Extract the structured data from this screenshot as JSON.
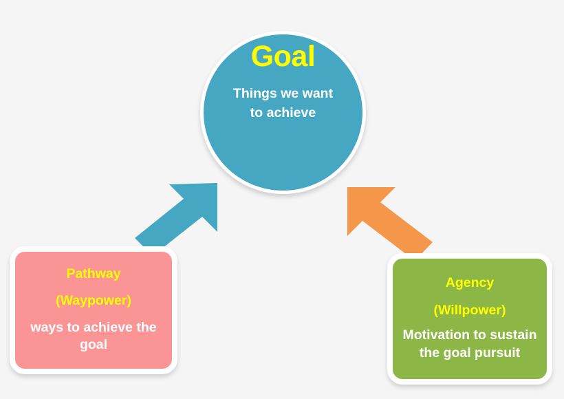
{
  "diagram": {
    "type": "hope-theory-diagram",
    "background_color": "#f5f5f5",
    "goal": {
      "title": "Goal",
      "body": "Things we want to achieve",
      "fill_color": "#46a7c2",
      "title_color": "#ffff00",
      "body_color": "#ffffff"
    },
    "pathway": {
      "title": "Pathway",
      "subtitle": "(Waypower)",
      "body": "ways to achieve the goal",
      "fill_color": "#fb9494",
      "title_color": "#ffff00",
      "body_color": "#ffffff"
    },
    "agency": {
      "title": "Agency",
      "subtitle": "(Willpower)",
      "body": "Motivation to sustain the goal pursuit",
      "fill_color": "#8cb645",
      "title_color": "#ffff00",
      "body_color": "#ffffff"
    },
    "arrows": [
      {
        "name": "pathway-to-goal-arrow",
        "direction": "up-right",
        "color": "#46a7c2",
        "from": "Pathway",
        "to": "Goal"
      },
      {
        "name": "agency-to-goal-arrow",
        "direction": "up-left",
        "color": "#f4974b",
        "from": "Agency",
        "to": "Goal"
      }
    ]
  }
}
